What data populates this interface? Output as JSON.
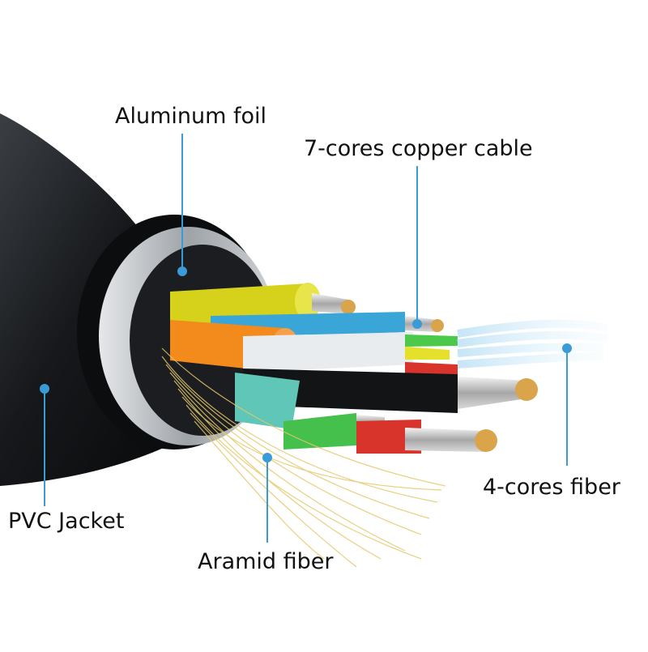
{
  "labels": {
    "aluminum_foil": "Aluminum foil",
    "copper_cable": "7-cores copper cable",
    "fiber_4core": "4-cores fiber",
    "pvc_jacket": "PVC Jacket",
    "aramid_fiber": "Aramid fiber"
  },
  "colors": {
    "jacket": "#16181b",
    "foil": "#b9bdc2",
    "leader_line": "#3a9bd6",
    "core_yellow": "#d6d21c",
    "core_orange": "#f28a1c",
    "core_blue": "#3aa6d8",
    "core_green": "#4cc94a",
    "core_red": "#d8342c",
    "core_white": "#e9ecef",
    "core_black": "#121416",
    "aramid": "#e4c86a",
    "fiber_glow": "#bfe2f5"
  },
  "icons": [
    "callout-dot-icon"
  ]
}
